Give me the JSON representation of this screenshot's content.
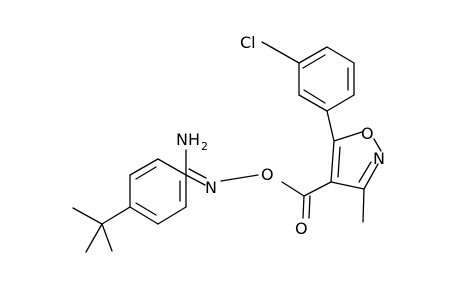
{
  "atom_labels": {
    "cl": "Cl",
    "ring_o": "O",
    "ring_n": "N",
    "oxime_o": "O",
    "oxime_n": "N",
    "carbonyl_o": "O",
    "amine_n": "NH",
    "amine_sub": "2"
  }
}
